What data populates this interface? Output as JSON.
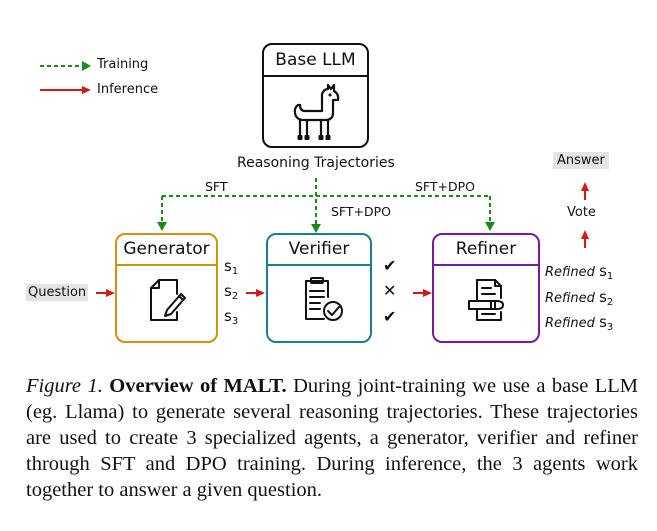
{
  "legend": {
    "training": "Training",
    "inference": "Inference"
  },
  "base_llm": {
    "title": "Base LLM",
    "subtitle": "Reasoning Trajectories"
  },
  "training_edges": {
    "left": "SFT",
    "middle": "SFT+DPO",
    "right": "SFT+DPO"
  },
  "question": "Question",
  "agents": {
    "generator": {
      "title": "Generator"
    },
    "verifier": {
      "title": "Verifier"
    },
    "refiner": {
      "title": "Refiner"
    }
  },
  "samples": {
    "prefix": "s",
    "items": [
      "1",
      "2",
      "3"
    ]
  },
  "verdicts": [
    "✔",
    "✕",
    "✔"
  ],
  "refined": {
    "word": "Refined",
    "prefix": "s",
    "items": [
      "1",
      "2",
      "3"
    ]
  },
  "vote": "Vote",
  "answer": "Answer",
  "caption": {
    "label": "Figure 1.",
    "title": "Overview of MALT.",
    "body": "During joint-training we use a base LLM (eg. Llama) to generate several reasoning trajectories. These trajectories are used to create 3 specialized agents, a generator, verifier and refiner through SFT and DPO training. During inference, the 3 agents work together to answer a given question."
  },
  "colors": {
    "training": "#1a8a1a",
    "inference": "#d11a1a",
    "generator": "#d4900e",
    "verifier": "#1a7f94",
    "refiner": "#7a1aa0",
    "label_bg": "#e4e4e4"
  }
}
